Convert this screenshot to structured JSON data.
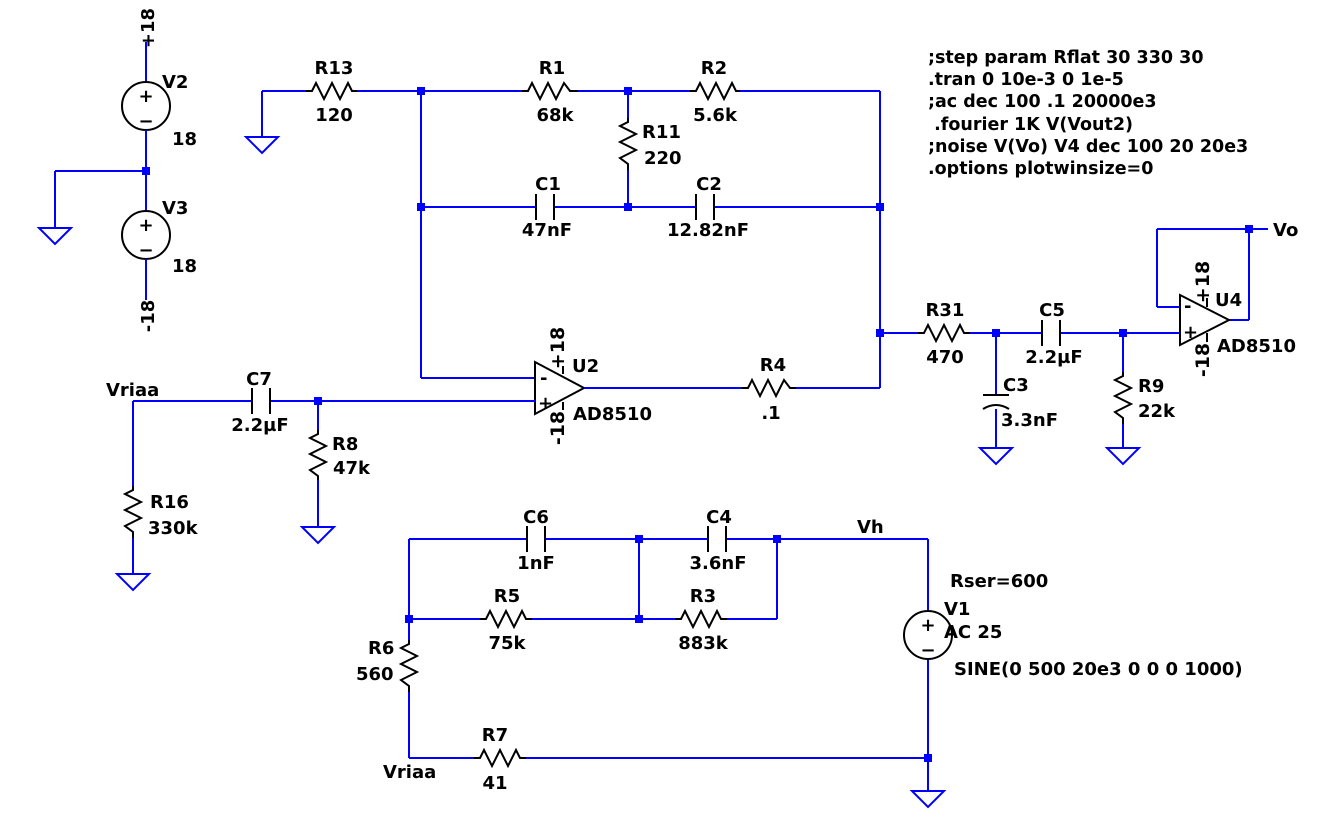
{
  "spice_directives": [
    ";step param Rflat 30 330 30",
    ".tran 0 10e-3 0 1e-5",
    ";ac dec 100 .1 20000e3",
    " .fourier 1K V(Vout2)",
    ";noise V(Vo) V4 dec 100 20 20e3",
    ".options plotwinsize=0"
  ],
  "supplies": {
    "v2": {
      "name": "V2",
      "value": "18",
      "rail": "+18"
    },
    "v3": {
      "name": "V3",
      "value": "18",
      "rail": "-18"
    }
  },
  "resistors": {
    "r13": {
      "name": "R13",
      "value": "120"
    },
    "r1": {
      "name": "R1",
      "value": "68k"
    },
    "r2": {
      "name": "R2",
      "value": "5.6k"
    },
    "r11": {
      "name": "R11",
      "value": "220"
    },
    "r4": {
      "name": "R4",
      "value": ".1"
    },
    "r31": {
      "name": "R31",
      "value": "470"
    },
    "r9": {
      "name": "R9",
      "value": "22k"
    },
    "r8": {
      "name": "R8",
      "value": "47k"
    },
    "r16": {
      "name": "R16",
      "value": "330k"
    },
    "r5": {
      "name": "R5",
      "value": "75k"
    },
    "r3": {
      "name": "R3",
      "value": "883k"
    },
    "r6": {
      "name": "R6",
      "value": "560"
    },
    "r7": {
      "name": "R7",
      "value": "41"
    }
  },
  "capacitors": {
    "c1": {
      "name": "C1",
      "value": "47nF"
    },
    "c2": {
      "name": "C2",
      "value": "12.82nF"
    },
    "c5": {
      "name": "C5",
      "value": "2.2µF"
    },
    "c3": {
      "name": "C3",
      "value": "3.3nF"
    },
    "c7": {
      "name": "C7",
      "value": "2.2µF"
    },
    "c6": {
      "name": "C6",
      "value": "1nF"
    },
    "c4": {
      "name": "C4",
      "value": "3.6nF"
    }
  },
  "opamps": {
    "u2": {
      "name": "U2",
      "model": "AD8510",
      "pos_rail": "+18",
      "neg_rail": "-18"
    },
    "u4": {
      "name": "U4",
      "model": "AD8510",
      "pos_rail": "+18",
      "neg_rail": "-18"
    }
  },
  "source_v1": {
    "name": "V1",
    "ac": "AC 25",
    "rser": "Rser=600",
    "sine": "SINE(0 500 20e3 0 0 0 1000)"
  },
  "net_labels": {
    "vriaa_top": "Vriaa",
    "vriaa_bottom": "Vriaa",
    "vh": "Vh",
    "vo": "Vo"
  },
  "symbols": {
    "plus": "+",
    "minus": "−"
  }
}
